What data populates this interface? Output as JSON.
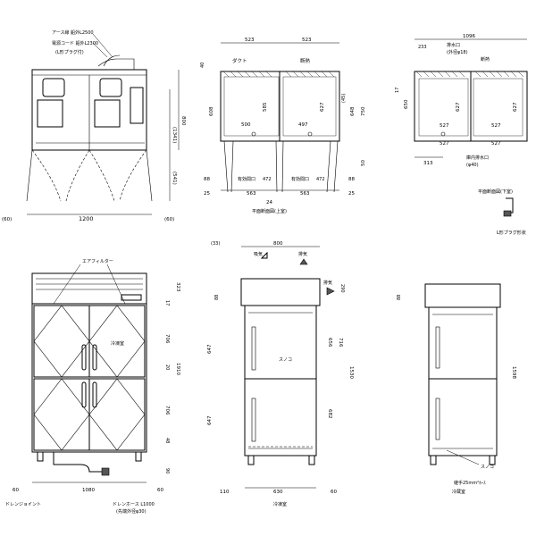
{
  "labels": {
    "earth_cord": "アース線 鉛外L2500",
    "power_cord": "電源コード 鉛外L2300",
    "plug_type": "(L形プラグ付)",
    "duct": "ダクト",
    "thermal": "断熱",
    "effective_width": "有効間口",
    "top_plan": "平面断面図(上室)",
    "drain_outlet": "排水口",
    "drain_outlet_size": "(外径φ18)",
    "drain_dia": "庫内排水口",
    "drain_dia_size": "(φ40)",
    "plan_lower": "平面断面図(下室)",
    "l_plug": "L形プラグ形状",
    "air_filter": "エアフィルター",
    "fridge": "冷凍室",
    "drain_joint": "ドレンジョイント",
    "drain_hose": "ドレンホース L1000",
    "drain_hose_tip": "(先端外径φ30)",
    "intake": "吸気",
    "exhaust": "排気",
    "exhaust2": "排気",
    "sunoko": "スノコ",
    "fridge2": "冷凍室",
    "fridge3": "冷蔵室",
    "sunoko2": "スノコ",
    "insulation_tube": "継手25mm²ﾎｰｽ"
  },
  "dims": {
    "front_top": {
      "w1200": "1200",
      "w60a": "(60)",
      "w60b": "(60)",
      "h800": "800",
      "h1341": "(1341)",
      "h541": "(541)"
    },
    "plan_upper": {
      "w523a": "523",
      "w523b": "523",
      "w585": "585",
      "w45": "(45)",
      "w88": "88",
      "w500": "500",
      "w497": "497",
      "w472a": "472",
      "w472b": "472",
      "w563a": "563",
      "w563b": "563",
      "w25a": "25",
      "w25b": "25",
      "w24": "24",
      "h40": "40",
      "h608": "608",
      "h627a": "627",
      "h648": "648",
      "h750": "750",
      "h50": "50",
      "h88b": "88"
    },
    "plan_lower": {
      "w1096": "1096",
      "w233": "233",
      "w527a": "527",
      "w527b": "527",
      "w527c": "527",
      "w527d": "527",
      "w313": "313",
      "h17": "17",
      "h650": "650",
      "h627b": "627",
      "h627c": "627"
    },
    "front_main": {
      "w60": "60",
      "w1080": "1080",
      "w60b": "60",
      "h17": "17",
      "h323": "323",
      "h706a": "706",
      "h706b": "706",
      "h20": "20",
      "h1910": "1910",
      "h48": "48",
      "h90": "90"
    },
    "side": {
      "w33": "(33)",
      "w800": "800",
      "w110": "110",
      "w630": "630",
      "w60": "60",
      "h290": "290",
      "h88": "88",
      "h647a": "647",
      "h647b": "647",
      "h656": "656",
      "h716": "716",
      "h682": "682",
      "h1530": "1530"
    },
    "side2": {
      "h88": "88",
      "h1598": "1598"
    }
  }
}
